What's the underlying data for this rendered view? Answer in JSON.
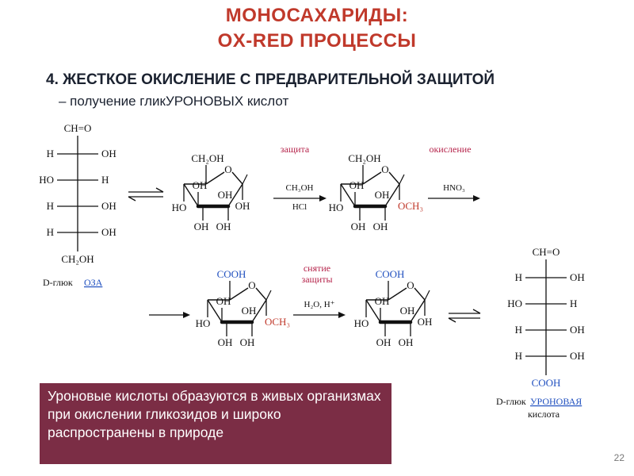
{
  "title": {
    "line1": "МОНОСАХАРИДЫ:",
    "line2": "OX-RED ПРОЦЕССЫ"
  },
  "heading": "4. ЖЕСТКОЕ ОКИСЛЕНИЕ С ПРЕДВАРИТЕЛЬНОЙ ЗАЩИТОЙ",
  "subheading": "– получение гликУРОНОВЫХ кислот",
  "colors": {
    "title": "#c0392b",
    "label_accent": "#b5234a",
    "coo_blue": "#1f4fbf",
    "och3_red": "#c0392b",
    "note_bg": "#7b2d45"
  },
  "fischer_glucose": {
    "top": "CH=O",
    "rows": [
      {
        "left": "H",
        "right": "OH"
      },
      {
        "left": "HO",
        "right": "H"
      },
      {
        "left": "H",
        "right": "OH"
      },
      {
        "left": "H",
        "right": "OH"
      }
    ],
    "bottom": "CH₂OH",
    "caption_prefix": "D-глюк",
    "caption_suffix": "ОЗА"
  },
  "steps": {
    "protect_label": "защита",
    "protect_reagent1": "CH₃OH",
    "protect_reagent2": "HCl",
    "oxidation_label": "окисление",
    "oxidation_reagent": "HNO₃",
    "deprotect_label1": "снятие",
    "deprotect_label2": "защиты",
    "deprotect_reagent": "H₂O, H⁺"
  },
  "ring_labels": {
    "ch2oh": "CH₂OH",
    "cooh": "COOH",
    "o": "O",
    "oh": "OH",
    "ho": "HO",
    "och3": "OCH₃"
  },
  "fischer_acid": {
    "top": "CH=O",
    "rows": [
      {
        "left": "H",
        "right": "OH"
      },
      {
        "left": "HO",
        "right": "H"
      },
      {
        "left": "H",
        "right": "OH"
      },
      {
        "left": "H",
        "right": "OH"
      }
    ],
    "bottom": "COOH",
    "caption_prefix": "D-глюк",
    "caption_suffix": "УРОНОВАЯ",
    "caption_line2": "кислота"
  },
  "note": "Уроновые кислоты образуются в живых организмах при окислении гликозидов и широко распространены в природе",
  "page_number": "22"
}
